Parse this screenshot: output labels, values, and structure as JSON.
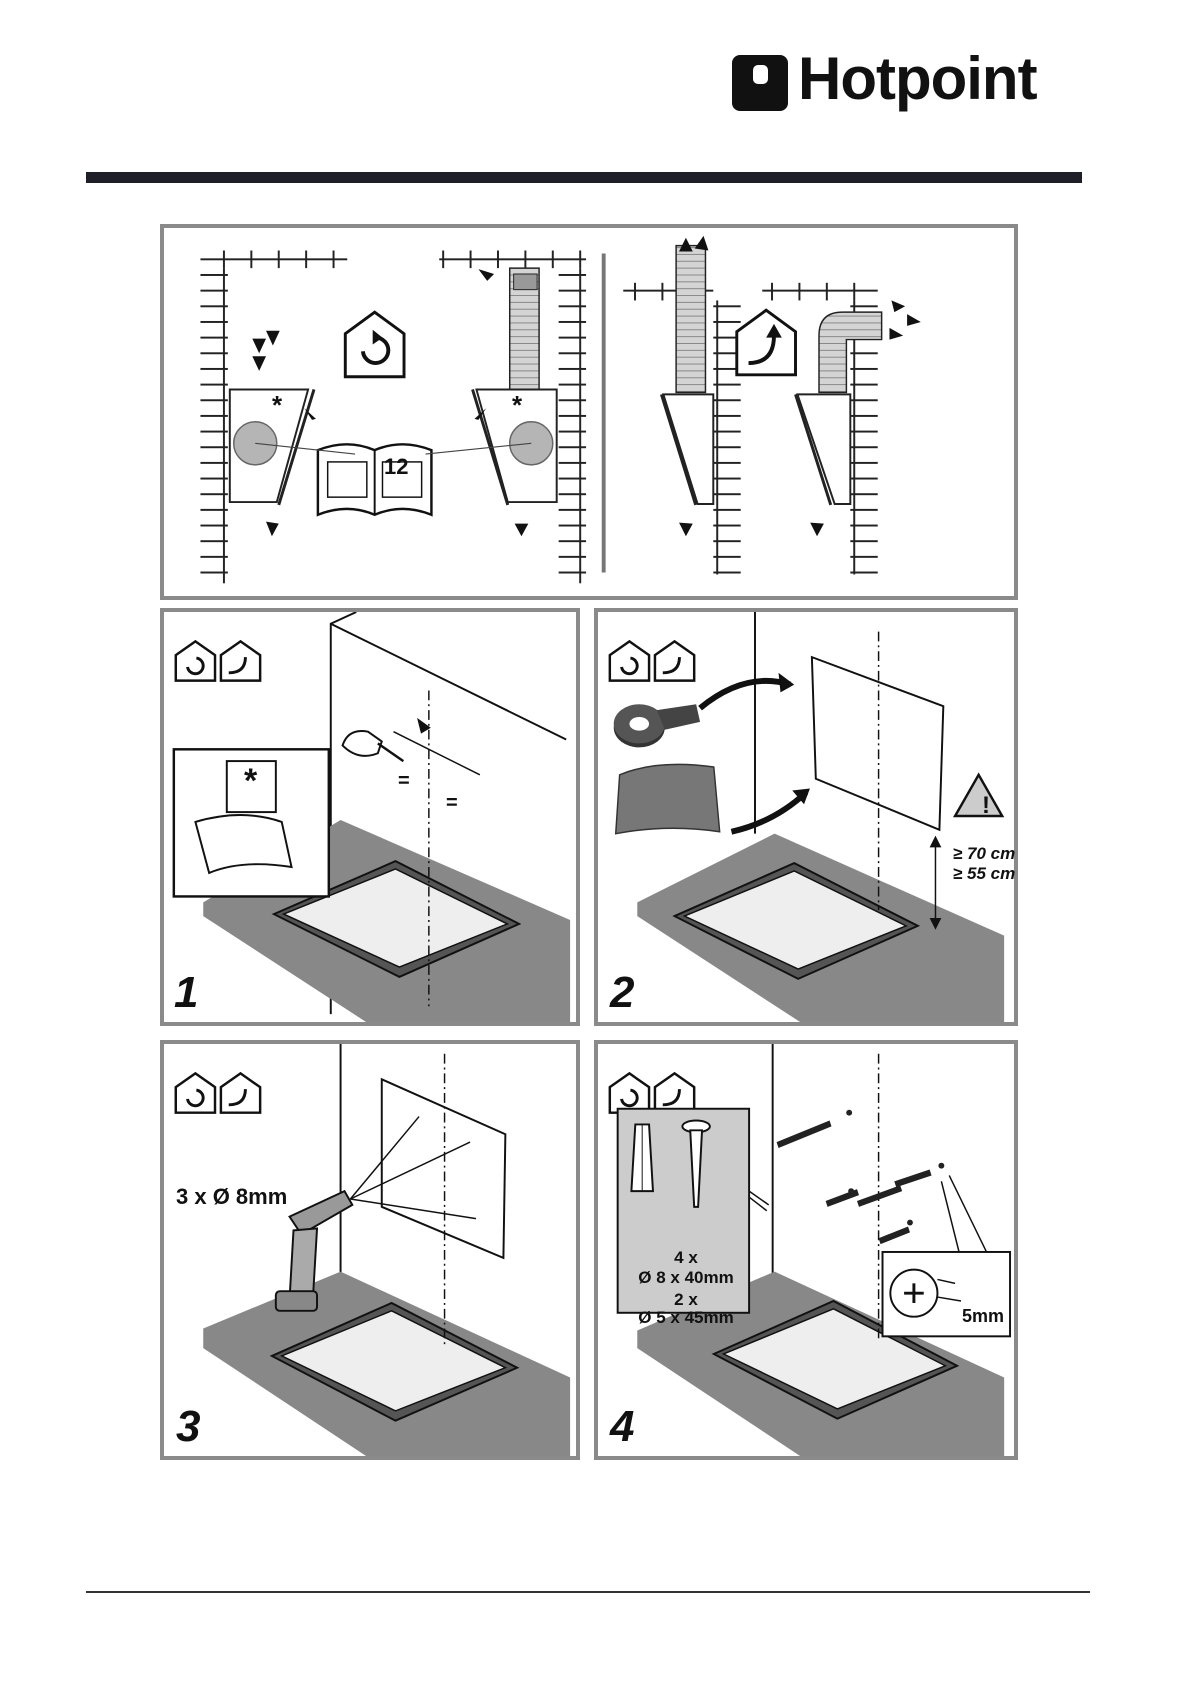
{
  "brand": {
    "name": "Hotpoint"
  },
  "overview": {
    "manual_page_ref": "12",
    "footnote_marker": "*"
  },
  "step1": {
    "number": "1",
    "equal_mark": "=",
    "inset_marker": "*"
  },
  "step2": {
    "number": "2",
    "warning_symbol": "!",
    "clearance_electric": "≥ 70 cm",
    "clearance_gas": "≥ 55 cm"
  },
  "step3": {
    "number": "3",
    "drill_spec": "3 x Ø 8mm"
  },
  "step4": {
    "number": "4",
    "plug_qty": "4 x",
    "plug_size": "Ø 8 x 40mm",
    "screw_qty": "2 x",
    "screw_size": "Ø 5 x 45mm",
    "gap": "5mm"
  },
  "icons": [
    "recirculation-icon",
    "ducted-extraction-icon",
    "manual-book-icon",
    "adhesive-tape-icon",
    "drill-icon",
    "warning-icon",
    "wall-plug-icon",
    "screw-icon"
  ]
}
